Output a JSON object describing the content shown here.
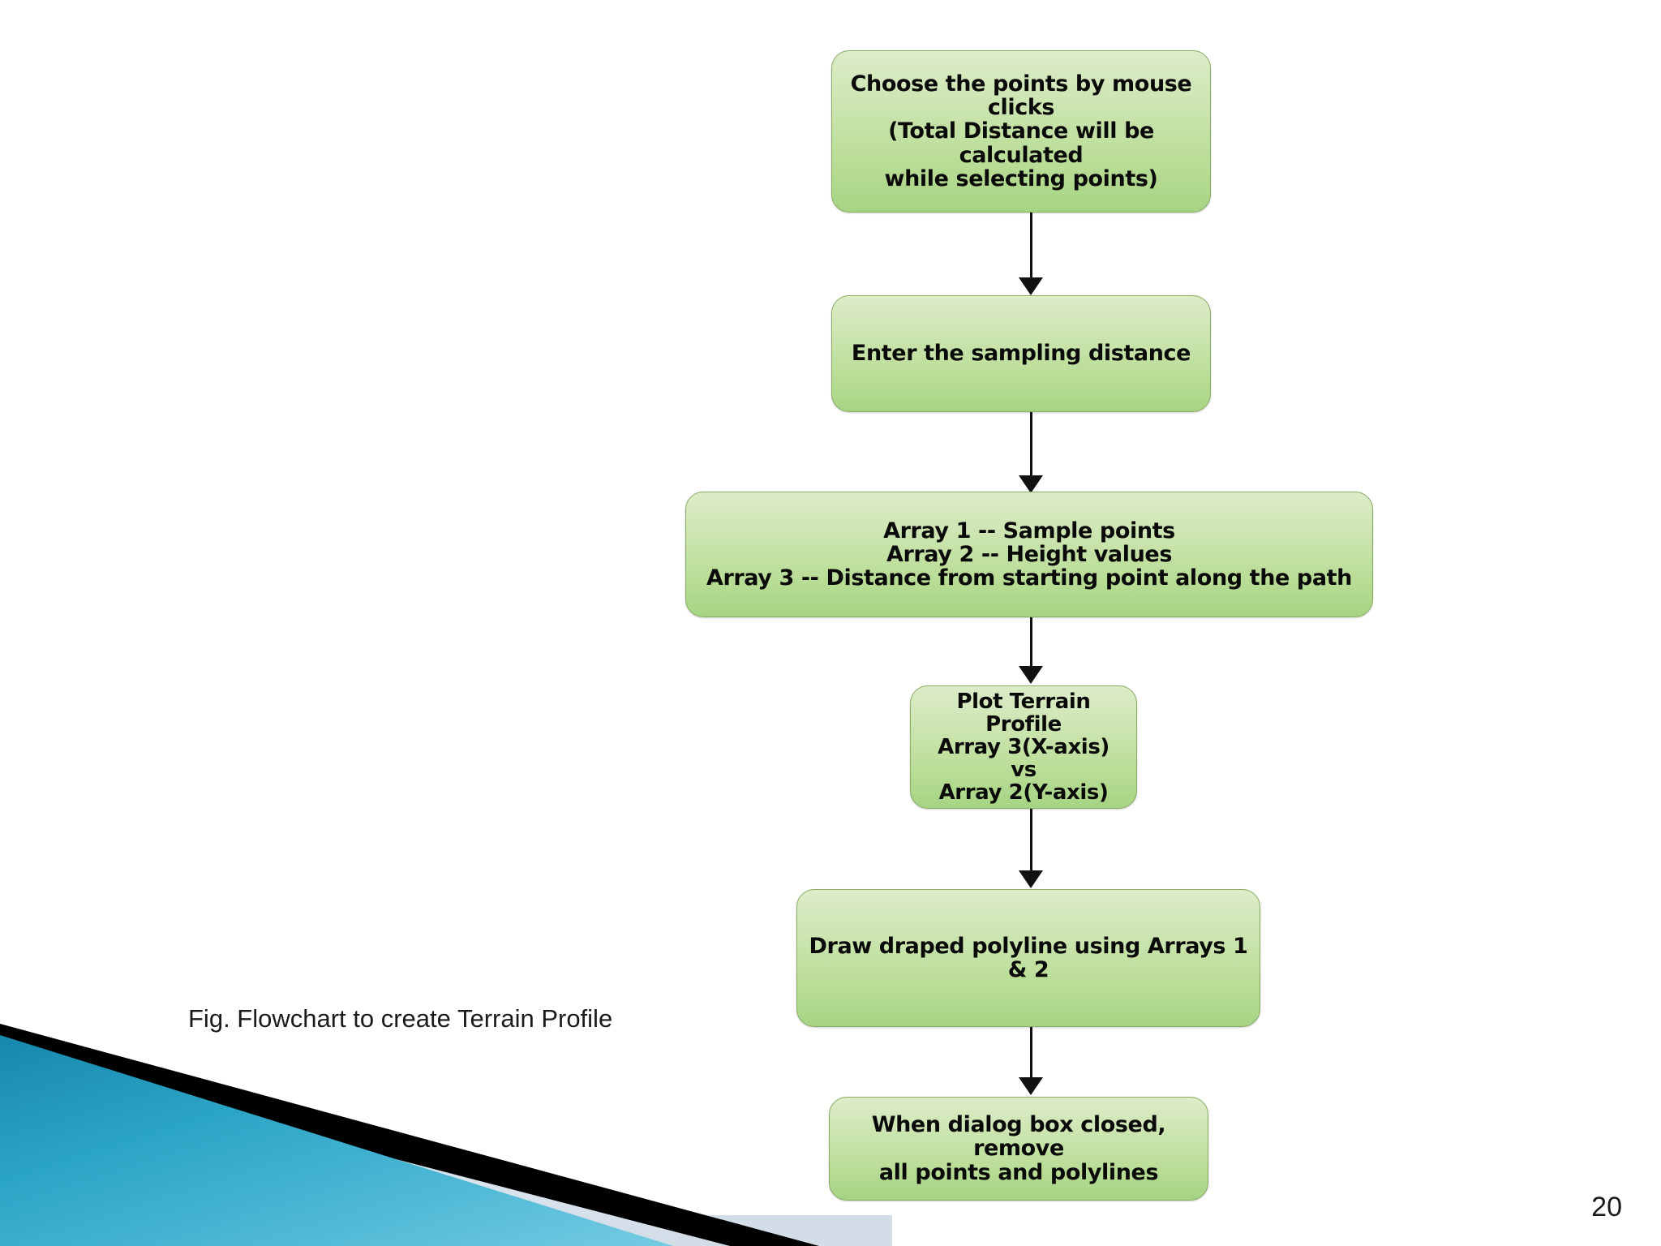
{
  "slide": {
    "page_number": "20",
    "caption": "Fig. Flowchart to create Terrain Profile",
    "background_color": "#ffffff"
  },
  "theme": {
    "node_fill_top": "#dcecc8",
    "node_fill_bottom": "#a6d483",
    "node_border": "#8aab63",
    "node_text_color": "#0a0a0a",
    "connector_color": "#111111",
    "decoration_blue_dark": "#1b8fb5",
    "decoration_blue_light": "#63c4dd",
    "decoration_black": "#000000",
    "decoration_gray": "#dde6ed"
  },
  "chart_data": {
    "type": "flowchart",
    "title": "Fig. Flowchart to create Terrain Profile",
    "orientation": "top-to-bottom",
    "nodes": [
      {
        "id": "choose-points",
        "label": "Choose the points by mouse clicks\n(Total Distance will be calculated while selecting points)",
        "shape": "rounded-rectangle"
      },
      {
        "id": "sampling",
        "label": "Enter the sampling distance",
        "shape": "rounded-rectangle"
      },
      {
        "id": "arrays",
        "label": "Array 1 -- Sample points\nArray 2 -- Height values\nArray 3 -- Distance from starting point along the path",
        "shape": "rounded-rectangle"
      },
      {
        "id": "plot-profile",
        "label": "Plot Terrain Profile\nArray 3(X-axis)\nvs\nArray 2(Y-axis)",
        "shape": "rounded-rectangle"
      },
      {
        "id": "draw-polyline",
        "label": "Draw draped polyline using Arrays 1 & 2",
        "shape": "rounded-rectangle"
      },
      {
        "id": "remove-points",
        "label": "When dialog box closed, remove all points and polylines",
        "shape": "rounded-rectangle"
      }
    ],
    "edges": [
      {
        "from": "choose-points",
        "to": "sampling",
        "style": "arrow"
      },
      {
        "from": "sampling",
        "to": "arrays",
        "style": "arrow"
      },
      {
        "from": "arrays",
        "to": "plot-profile",
        "style": "arrow"
      },
      {
        "from": "plot-profile",
        "to": "draw-polyline",
        "style": "arrow"
      },
      {
        "from": "draw-polyline",
        "to": "remove-points",
        "style": "arrow"
      }
    ]
  },
  "flowchart": {
    "nodes": {
      "choose_points": "Choose the points by mouse\nclicks\n(Total Distance will be calculated\nwhile selecting points)",
      "sampling": "Enter the sampling distance",
      "arrays": "Array 1 -- Sample points\nArray 2 -- Height values\nArray 3 -- Distance from starting point along the path",
      "plot_profile": "Plot Terrain Profile\nArray 3(X-axis)\nvs\nArray 2(Y-axis)",
      "draw_polyline": "Draw draped polyline using Arrays 1 & 2",
      "remove_points": "When dialog box closed, remove\nall points and polylines"
    }
  }
}
